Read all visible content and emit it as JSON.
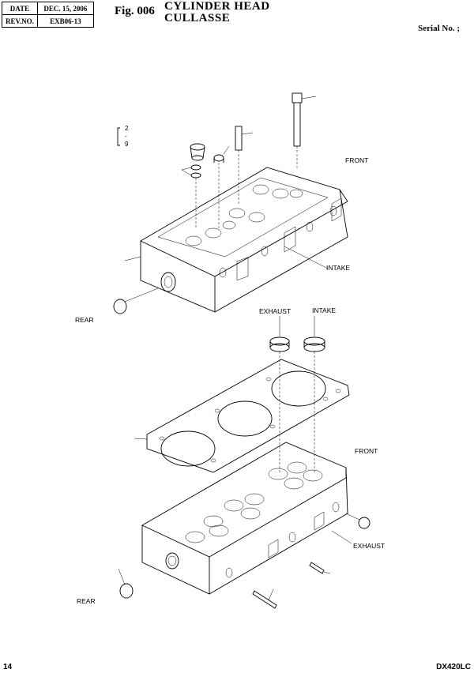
{
  "header": {
    "date_key": "DATE",
    "date_value": "DEC. 15, 2006",
    "rev_key": "REV.NO.",
    "rev_value": "EXB06-13"
  },
  "figure": {
    "number": "Fig. 006",
    "title_line1": "CYLINDER HEAD",
    "title_line2": "CULLASSE",
    "serial": "Serial No. ;"
  },
  "callouts": {
    "bracket_top": "2",
    "bracket_mid": "-",
    "bracket_bottom": "9",
    "front_upper": "FRONT",
    "intake_upper": "INTAKE",
    "rear_upper": "REAR",
    "exhaust_seat": "EXHAUST",
    "intake_seat": "INTAKE",
    "front_lower": "FRONT",
    "exhaust_lower": "EXHAUST",
    "rear_lower": "REAR"
  },
  "footer": {
    "page_number": "14",
    "model": "DX420LC"
  }
}
